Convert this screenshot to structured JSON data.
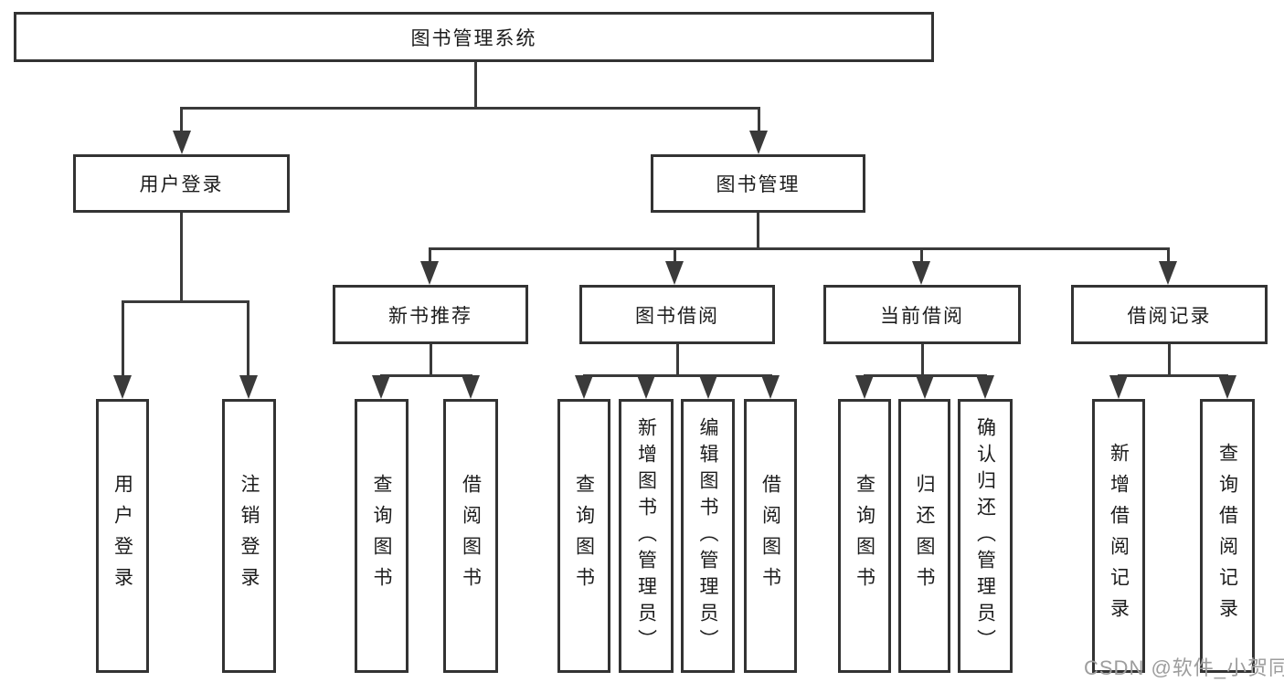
{
  "tree": {
    "root": "图书管理系统",
    "children": [
      {
        "label": "用户登录",
        "children": [
          {
            "label": "用户登录"
          },
          {
            "label": "注销登录"
          }
        ]
      },
      {
        "label": "图书管理",
        "children": [
          {
            "label": "新书推荐",
            "children": [
              {
                "label": "查询图书"
              },
              {
                "label": "借阅图书"
              }
            ]
          },
          {
            "label": "图书借阅",
            "children": [
              {
                "label": "查询图书"
              },
              {
                "label": "新增图书（管理员）"
              },
              {
                "label": "编辑图书（管理员）"
              },
              {
                "label": "借阅图书"
              }
            ]
          },
          {
            "label": "当前借阅",
            "children": [
              {
                "label": "查询图书"
              },
              {
                "label": "归还图书"
              },
              {
                "label": "确认归还（管理员）"
              }
            ]
          },
          {
            "label": "借阅记录",
            "children": [
              {
                "label": "新增借阅记录"
              },
              {
                "label": "查询借阅记录"
              }
            ]
          }
        ]
      }
    ]
  },
  "watermark": {
    "text": "CSDN @软件_小贺同学"
  },
  "colors": {
    "line": "#3a3a3a",
    "box_border": "#333333",
    "text": "#1c1c1c",
    "watermark": "#9d9d9d",
    "background": "#ffffff"
  }
}
